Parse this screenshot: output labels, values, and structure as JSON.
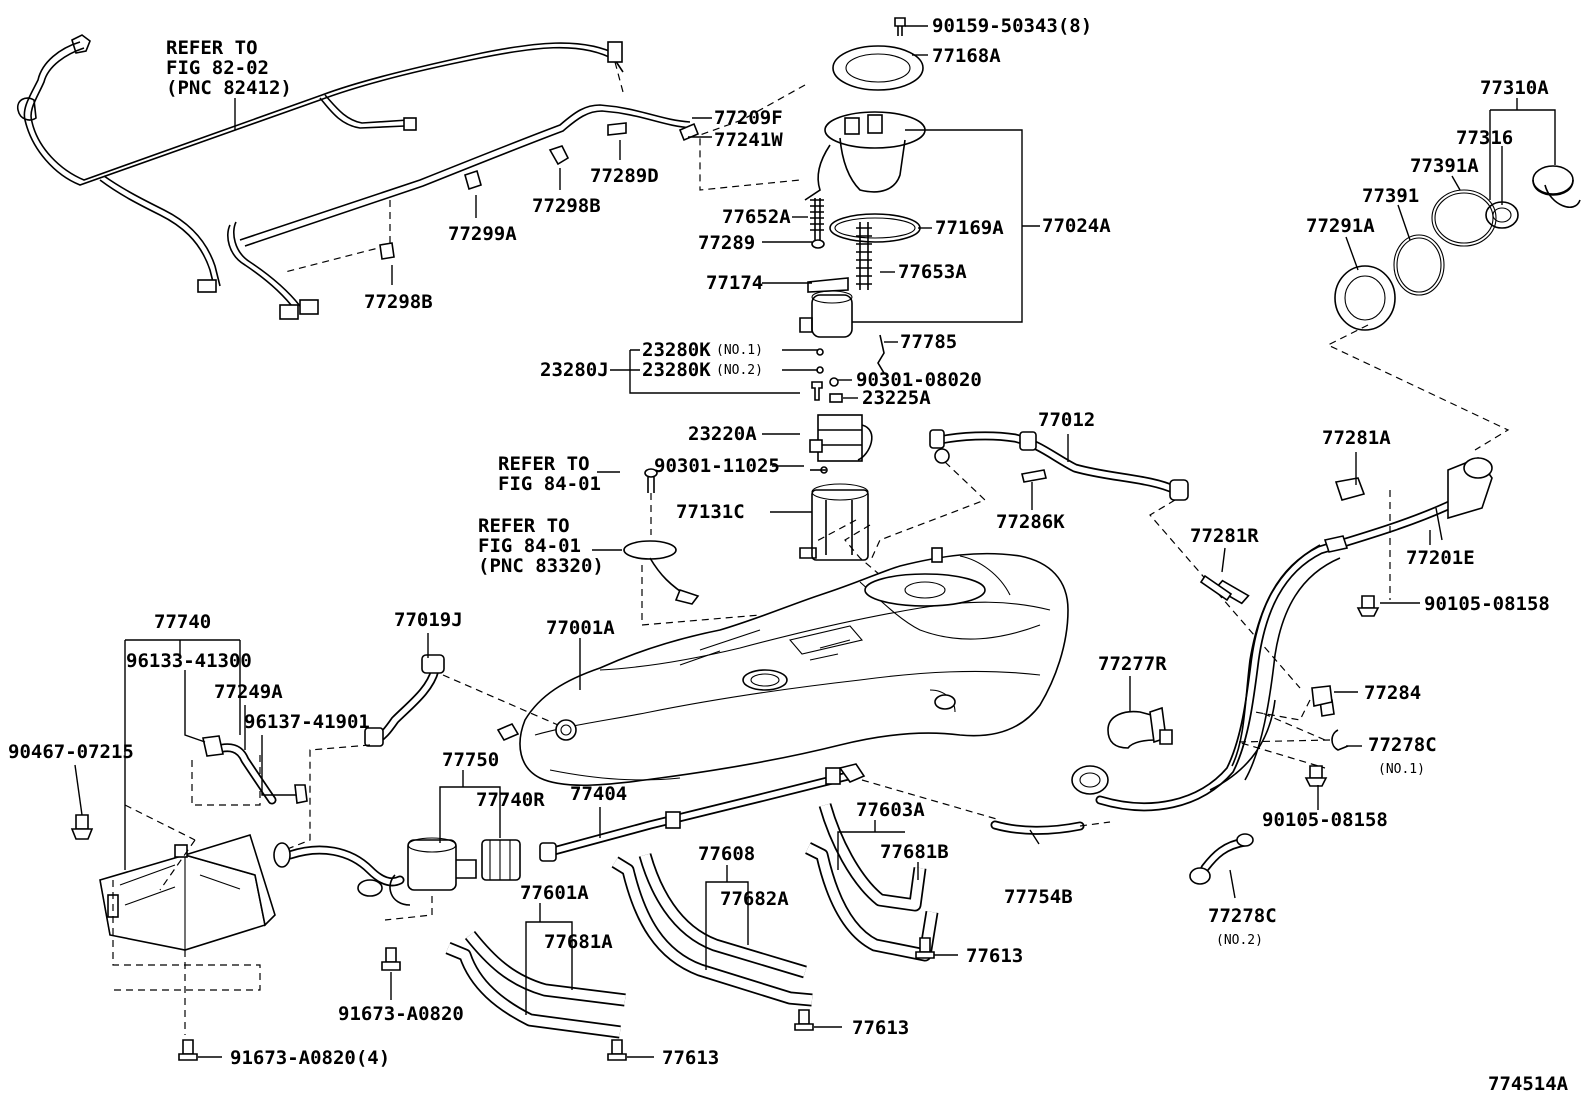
{
  "labels": {
    "refer_82_line1": "REFER TO",
    "refer_82_line2": "FIG 82-02",
    "refer_82_line3": "(PNC 82412)",
    "p77209F": "77209F",
    "p77241W": "77241W",
    "p77289D": "77289D",
    "p77298B_top": "77298B",
    "p77299A": "77299A",
    "p77298B_bottom": "77298B",
    "p90159": "90159-50343(8)",
    "p77168A": "77168A",
    "p77024A": "77024A",
    "p77652A": "77652A",
    "p77289": "77289",
    "p77169A": "77169A",
    "p77174": "77174",
    "p77653A": "77653A",
    "p77785": "77785",
    "p23280K_1": "23280K",
    "no1_a": "(NO.1)",
    "p23280J": "23280J",
    "p23280K_2": "23280K",
    "no2_a": "(NO.2)",
    "p90301_08020": "90301-08020",
    "p23225A": "23225A",
    "p23220A": "23220A",
    "p90301_11025": "90301-11025",
    "p77131C": "77131C",
    "refer_84a_line1": "REFER TO",
    "refer_84a_line2": "FIG 84-01",
    "refer_84b_line1": "REFER TO",
    "refer_84b_line2": "FIG 84-01",
    "refer_84b_line3": "(PNC 83320)",
    "p77012": "77012",
    "p77286K": "77286K",
    "p77310A": "77310A",
    "p77316": "77316",
    "p77391A": "77391A",
    "p77391": "77391",
    "p77291A": "77291A",
    "p77281A": "77281A",
    "p77281R": "77281R",
    "p77201E": "77201E",
    "p90105_top": "90105-08158",
    "p77740": "77740",
    "p96133": "96133-41300",
    "p77249A": "77249A",
    "p96137": "96137-41901",
    "p90467": "90467-07215",
    "p77019J": "77019J",
    "p77001A": "77001A",
    "p77277R": "77277R",
    "p77284": "77284",
    "p77278C_1": "77278C",
    "no1_b": "(NO.1)",
    "p90105_bottom": "90105-08158",
    "p77750": "77750",
    "p77740R": "77740R",
    "p77404": "77404",
    "p77603A": "77603A",
    "p77681B": "77681B",
    "p77608": "77608",
    "p77682A": "77682A",
    "p77601A": "77601A",
    "p77681A": "77681A",
    "p77754B": "77754B",
    "p77278C_2": "77278C",
    "no2_b": "(NO.2)",
    "p77613_a": "77613",
    "p77613_b": "77613",
    "p77613_c": "77613",
    "p91673_a": "91673-A0820",
    "p91673_b": "91673-A0820(4)",
    "figure_id": "774514A"
  }
}
